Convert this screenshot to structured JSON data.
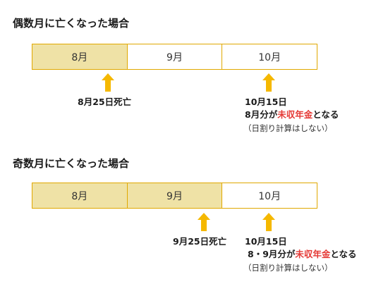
{
  "section1": {
    "title": "偶数月に亡くなった場合",
    "months": [
      "8月",
      "9月",
      "10月"
    ],
    "death_label": "8月25日死亡",
    "payday": "10月15日",
    "unpaid_prefix": "8月分が",
    "unpaid_highlight": "未収年金",
    "unpaid_suffix": "となる",
    "note": "（日割り計算はしない）"
  },
  "section2": {
    "title": "奇数月に亡くなった場合",
    "months": [
      "8月",
      "9月",
      "10月"
    ],
    "death_label": "9月25日死亡",
    "payday": "10月15日",
    "unpaid_prefix": "8・9月分が",
    "unpaid_highlight": "未収年金",
    "unpaid_suffix": "となる",
    "note": "（日割り計算はしない）"
  },
  "colors": {
    "shaded": "#efe2a6",
    "border": "#e0a800",
    "arrow": "#f5b800",
    "highlight": "#e53935"
  }
}
